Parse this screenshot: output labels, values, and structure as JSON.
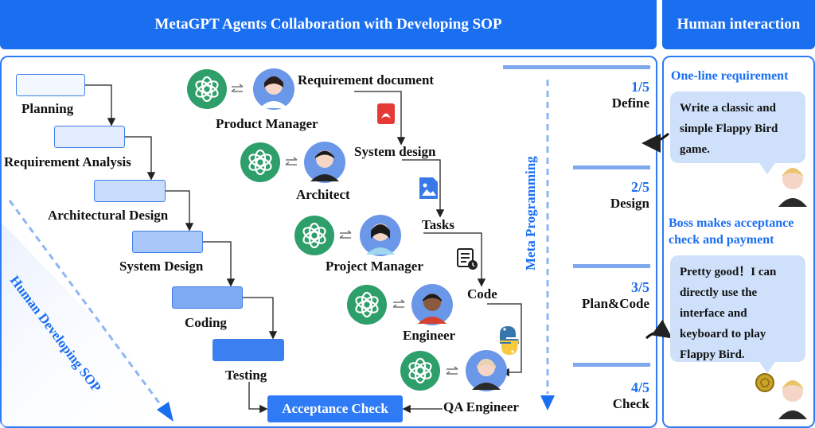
{
  "header": {
    "main_title": "MetaGPT Agents Collaboration with Developing SOP",
    "side_title": "Human interaction"
  },
  "sop": {
    "steps": [
      "Planning",
      "Requirement Analysis",
      "Architectural Design",
      "System Design",
      "Coding",
      "Testing"
    ],
    "side_label": "Human Developing SOP"
  },
  "agents": {
    "roles": [
      "Product Manager",
      "Architect",
      "Project Manager",
      "Engineer",
      "QA Engineer"
    ],
    "artifacts": [
      "Requirement document",
      "System design",
      "Tasks",
      "Code"
    ],
    "acceptance": "Acceptance Check"
  },
  "meta_label": "Meta Programming",
  "stages": [
    {
      "num": "1/5",
      "name": "Define"
    },
    {
      "num": "2/5",
      "name": "Design"
    },
    {
      "num": "3/5",
      "name": "Plan&Code"
    },
    {
      "num": "4/5",
      "name": "Check"
    }
  ],
  "human": {
    "req_title": "One-line requirement",
    "req_text": "Write a classic and simple Flappy Bird game.",
    "boss_title": "Boss makes acceptance check and payment",
    "boss_text": "Pretty good！I can directly use the interface and keyboard to play Flappy Bird."
  },
  "colors": {
    "brand_blue": "#1a6ef0",
    "openai_green": "#2e9e6a",
    "bubble_blue": "#cfe0fb"
  }
}
